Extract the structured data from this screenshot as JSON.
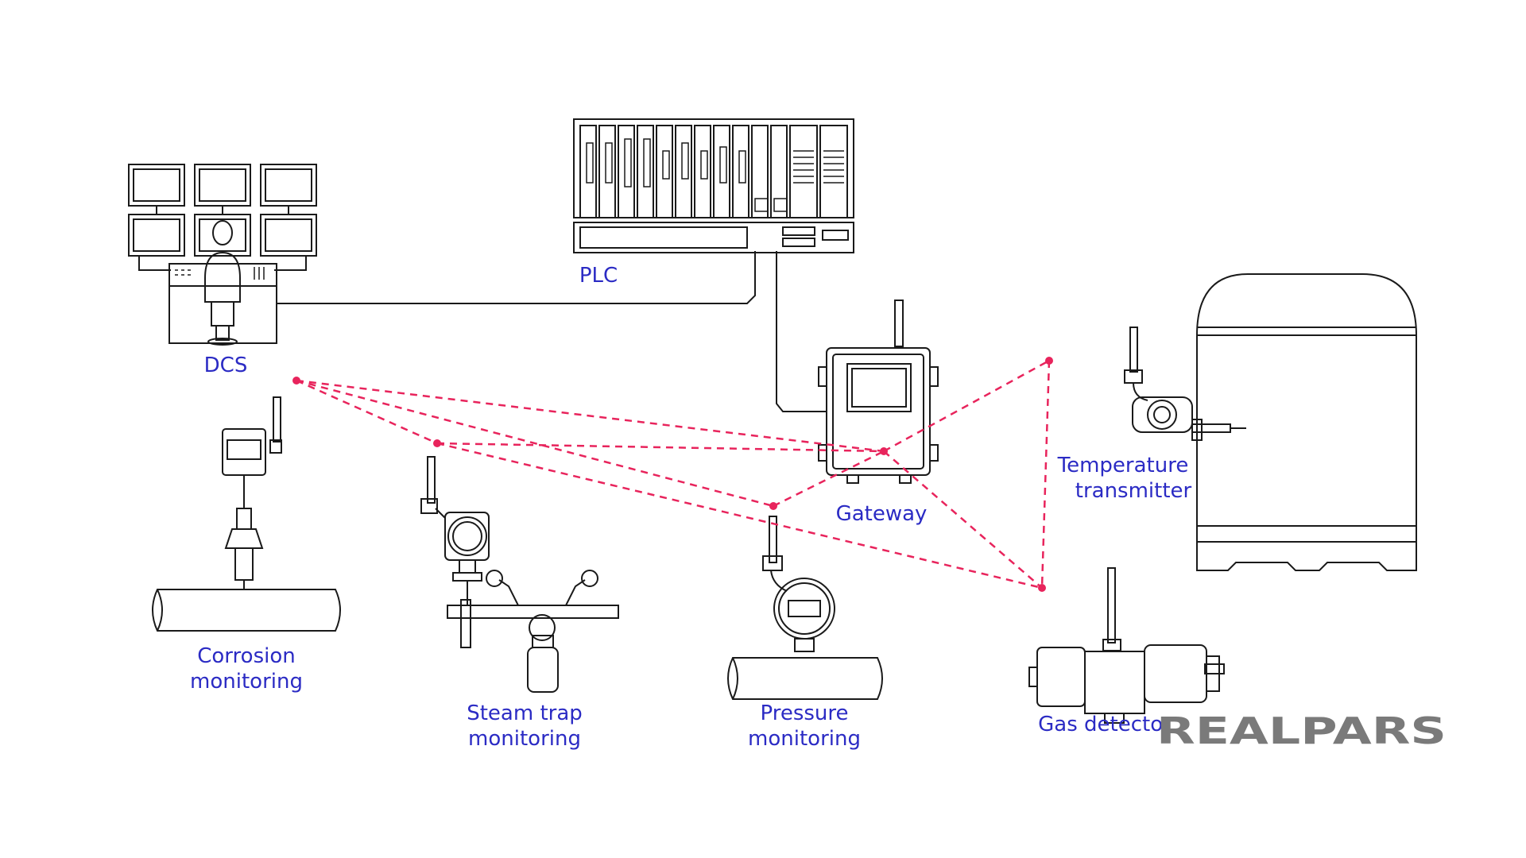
{
  "labels": {
    "dcs": "DCS",
    "plc": "PLC",
    "gateway": "Gateway",
    "temperature_line1": "Temperature",
    "temperature_line2": "transmitter",
    "corrosion_line1": "Corrosion",
    "corrosion_line2": "monitoring",
    "steam_line1": "Steam trap",
    "steam_line2": "monitoring",
    "pressure_line1": "Pressure",
    "pressure_line2": "monitoring",
    "gas": "Gas detector"
  },
  "logo": {
    "text": "REALPARS"
  },
  "colors": {
    "label": "#2b2bc4",
    "wireless_link": "#e8245c",
    "equipment_line": "#1a1a1a",
    "logo": "#7a7a7a"
  },
  "icons": [
    "dcs-operator-station-icon",
    "plc-rack-icon",
    "gateway-icon",
    "temperature-transmitter-icon",
    "tank-icon",
    "corrosion-sensor-icon",
    "steam-trap-icon",
    "pressure-gauge-icon",
    "gas-detector-icon"
  ]
}
